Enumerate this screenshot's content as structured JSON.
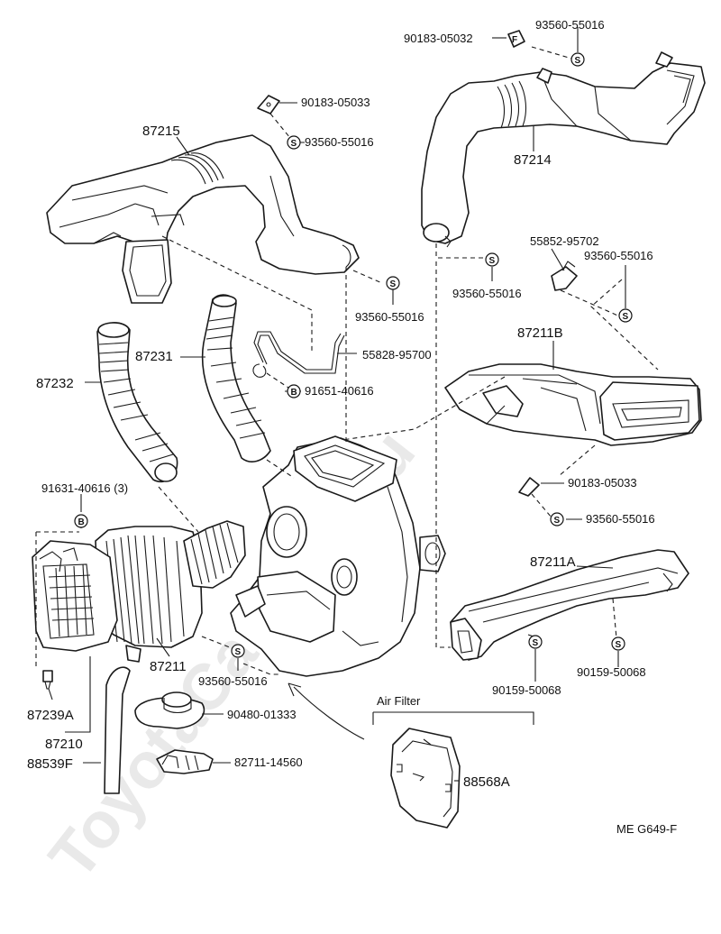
{
  "watermark": "ToyotaCarMine.ru",
  "diagram_code": "ME  G649-F",
  "air_filter_label": "Air Filter",
  "symbols": {
    "s": "S",
    "b": "B"
  },
  "labels": {
    "p90183_05032": "90183-05032",
    "p93560_55016_a": "93560-55016",
    "p90183_05033_a": "90183-05033",
    "p87215": "87215",
    "p93560_55016_b": "93560-55016",
    "p87214": "87214",
    "p55852_95702": "55852-95702",
    "p93560_55016_c": "93560-55016",
    "p93560_55016_d": "93560-55016",
    "p93560_55016_e": "93560-55016",
    "p87231": "87231",
    "p55828_95700": "55828-95700",
    "p87211B": "87211B",
    "p87232": "87232",
    "p91651_40616": "91651-40616",
    "p91631_40616": "91631-40616 (3)",
    "p90183_05033_b": "90183-05033",
    "p93560_55016_f": "93560-55016",
    "p87211A": "87211A",
    "p87211": "87211",
    "p93560_55016_g": "93560-55016",
    "p90159_50068_a": "90159-50068",
    "p90159_50068_b": "90159-50068",
    "p87239A": "87239A",
    "p90480_01333": "90480-01333",
    "p87210": "87210",
    "p88539F": "88539F",
    "p82711_14560": "82711-14560",
    "p88568A": "88568A"
  }
}
